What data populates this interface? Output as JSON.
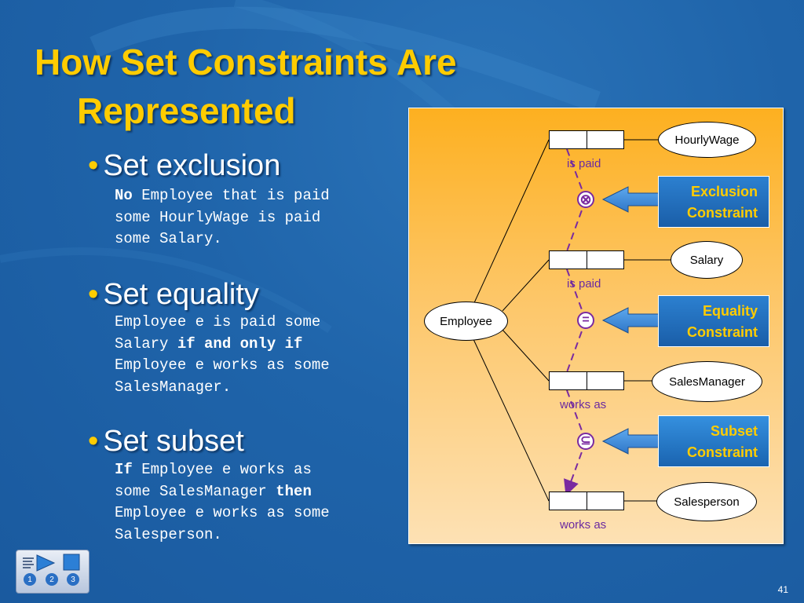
{
  "slide": {
    "title_line1": "How Set Constraints Are",
    "title_line2": "Represented",
    "page_number": "41"
  },
  "bullets": [
    {
      "heading": "Set exclusion",
      "lines": [
        {
          "bold": "No",
          "rest": " Employee that is paid"
        },
        {
          "text": "some HourlyWage is paid"
        },
        {
          "text": "some Salary."
        }
      ]
    },
    {
      "heading": "Set equality",
      "lines": [
        {
          "text": "Employee e is paid some"
        },
        {
          "pre": "Salary ",
          "bold": "if and only if"
        },
        {
          "text": "Employee e works as some"
        },
        {
          "text": "SalesManager."
        }
      ]
    },
    {
      "heading": "Set subset",
      "lines": [
        {
          "bold": "If",
          "rest": " Employee e works as"
        },
        {
          "pre": "some SalesManager ",
          "bold": "then"
        },
        {
          "text": "Employee e works as some"
        },
        {
          "text": "Salesperson."
        }
      ]
    }
  ],
  "diagram": {
    "entity": "Employee",
    "targets": [
      "HourlyWage",
      "Salary",
      "SalesManager",
      "Salesperson"
    ],
    "role_labels": [
      "is paid",
      "is paid",
      "works as",
      "works as"
    ],
    "constraints": [
      {
        "line1": "Exclusion",
        "line2": "Constraint",
        "symbol": "⊗"
      },
      {
        "line1": "Equality",
        "line2": "Constraint",
        "symbol": "="
      },
      {
        "line1": "Subset",
        "line2": "Constraint",
        "symbol": "⊆"
      }
    ]
  },
  "nav": {
    "buttons": [
      "1",
      "2",
      "3"
    ]
  },
  "colors": {
    "background": "#1f64aa",
    "title": "#ffcc00",
    "constraint_line": "#7a2aa0",
    "diagram_fill": "#fdb020"
  }
}
